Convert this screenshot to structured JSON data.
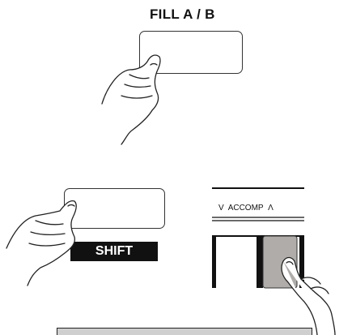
{
  "fill_button": {
    "label": "FILL A / B"
  },
  "shift_button": {
    "label": "SHIFT"
  },
  "accomp": {
    "label": "ACCOMP",
    "down_glyph": "V",
    "up_glyph": "Λ"
  }
}
